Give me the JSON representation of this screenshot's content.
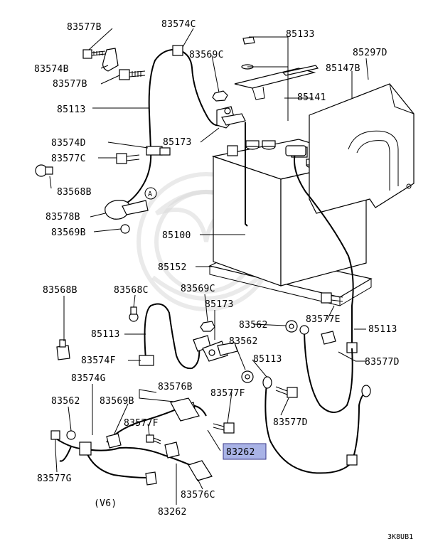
{
  "labels": {
    "l83577B_top": "83577B",
    "l83574C": "83574C",
    "l85133": "85133",
    "l85297D": "85297D",
    "l83574B": "83574B",
    "l83569C_top": "83569C",
    "l85147B": "85147B",
    "l83577B_mid": "83577B",
    "l85141": "85141",
    "l85113_top": "85113",
    "l83574D": "83574D",
    "l85173_top": "85173",
    "l83577C": "83577C",
    "l83568B_top": "83568B",
    "l83578B": "83578B",
    "l83569B_top": "83569B",
    "l85100": "85100",
    "l85152": "85152",
    "l83568B_bot": "83568B",
    "l83568C": "83568C",
    "l83569C_bot": "83569C",
    "l85173_bot": "85173",
    "l83562_right": "83562",
    "l83577E": "83577E",
    "l85113_right": "85113",
    "l85113_left": "85113",
    "l83562_mid": "83562",
    "l85113_mid": "85113",
    "l83574F": "83574F",
    "l83577D_right": "83577D",
    "l83574G": "83574G",
    "l83576B": "83576B",
    "l83577F_right": "83577F",
    "l83562_left": "83562",
    "l83569B_bot": "83569B",
    "l83577D_mid": "83577D",
    "l83577F_left": "83577F",
    "l83262_highlight": "83262",
    "l83577G": "83577G",
    "l83576C": "83576C",
    "l83262_bot": "83262",
    "callout_A": "A",
    "variant": "(V6)",
    "figure_code": "3K8UB1"
  },
  "colors": {
    "highlight_fill": "#a9b3e6",
    "line": "#000000",
    "watermark": "#d9d9d9"
  }
}
